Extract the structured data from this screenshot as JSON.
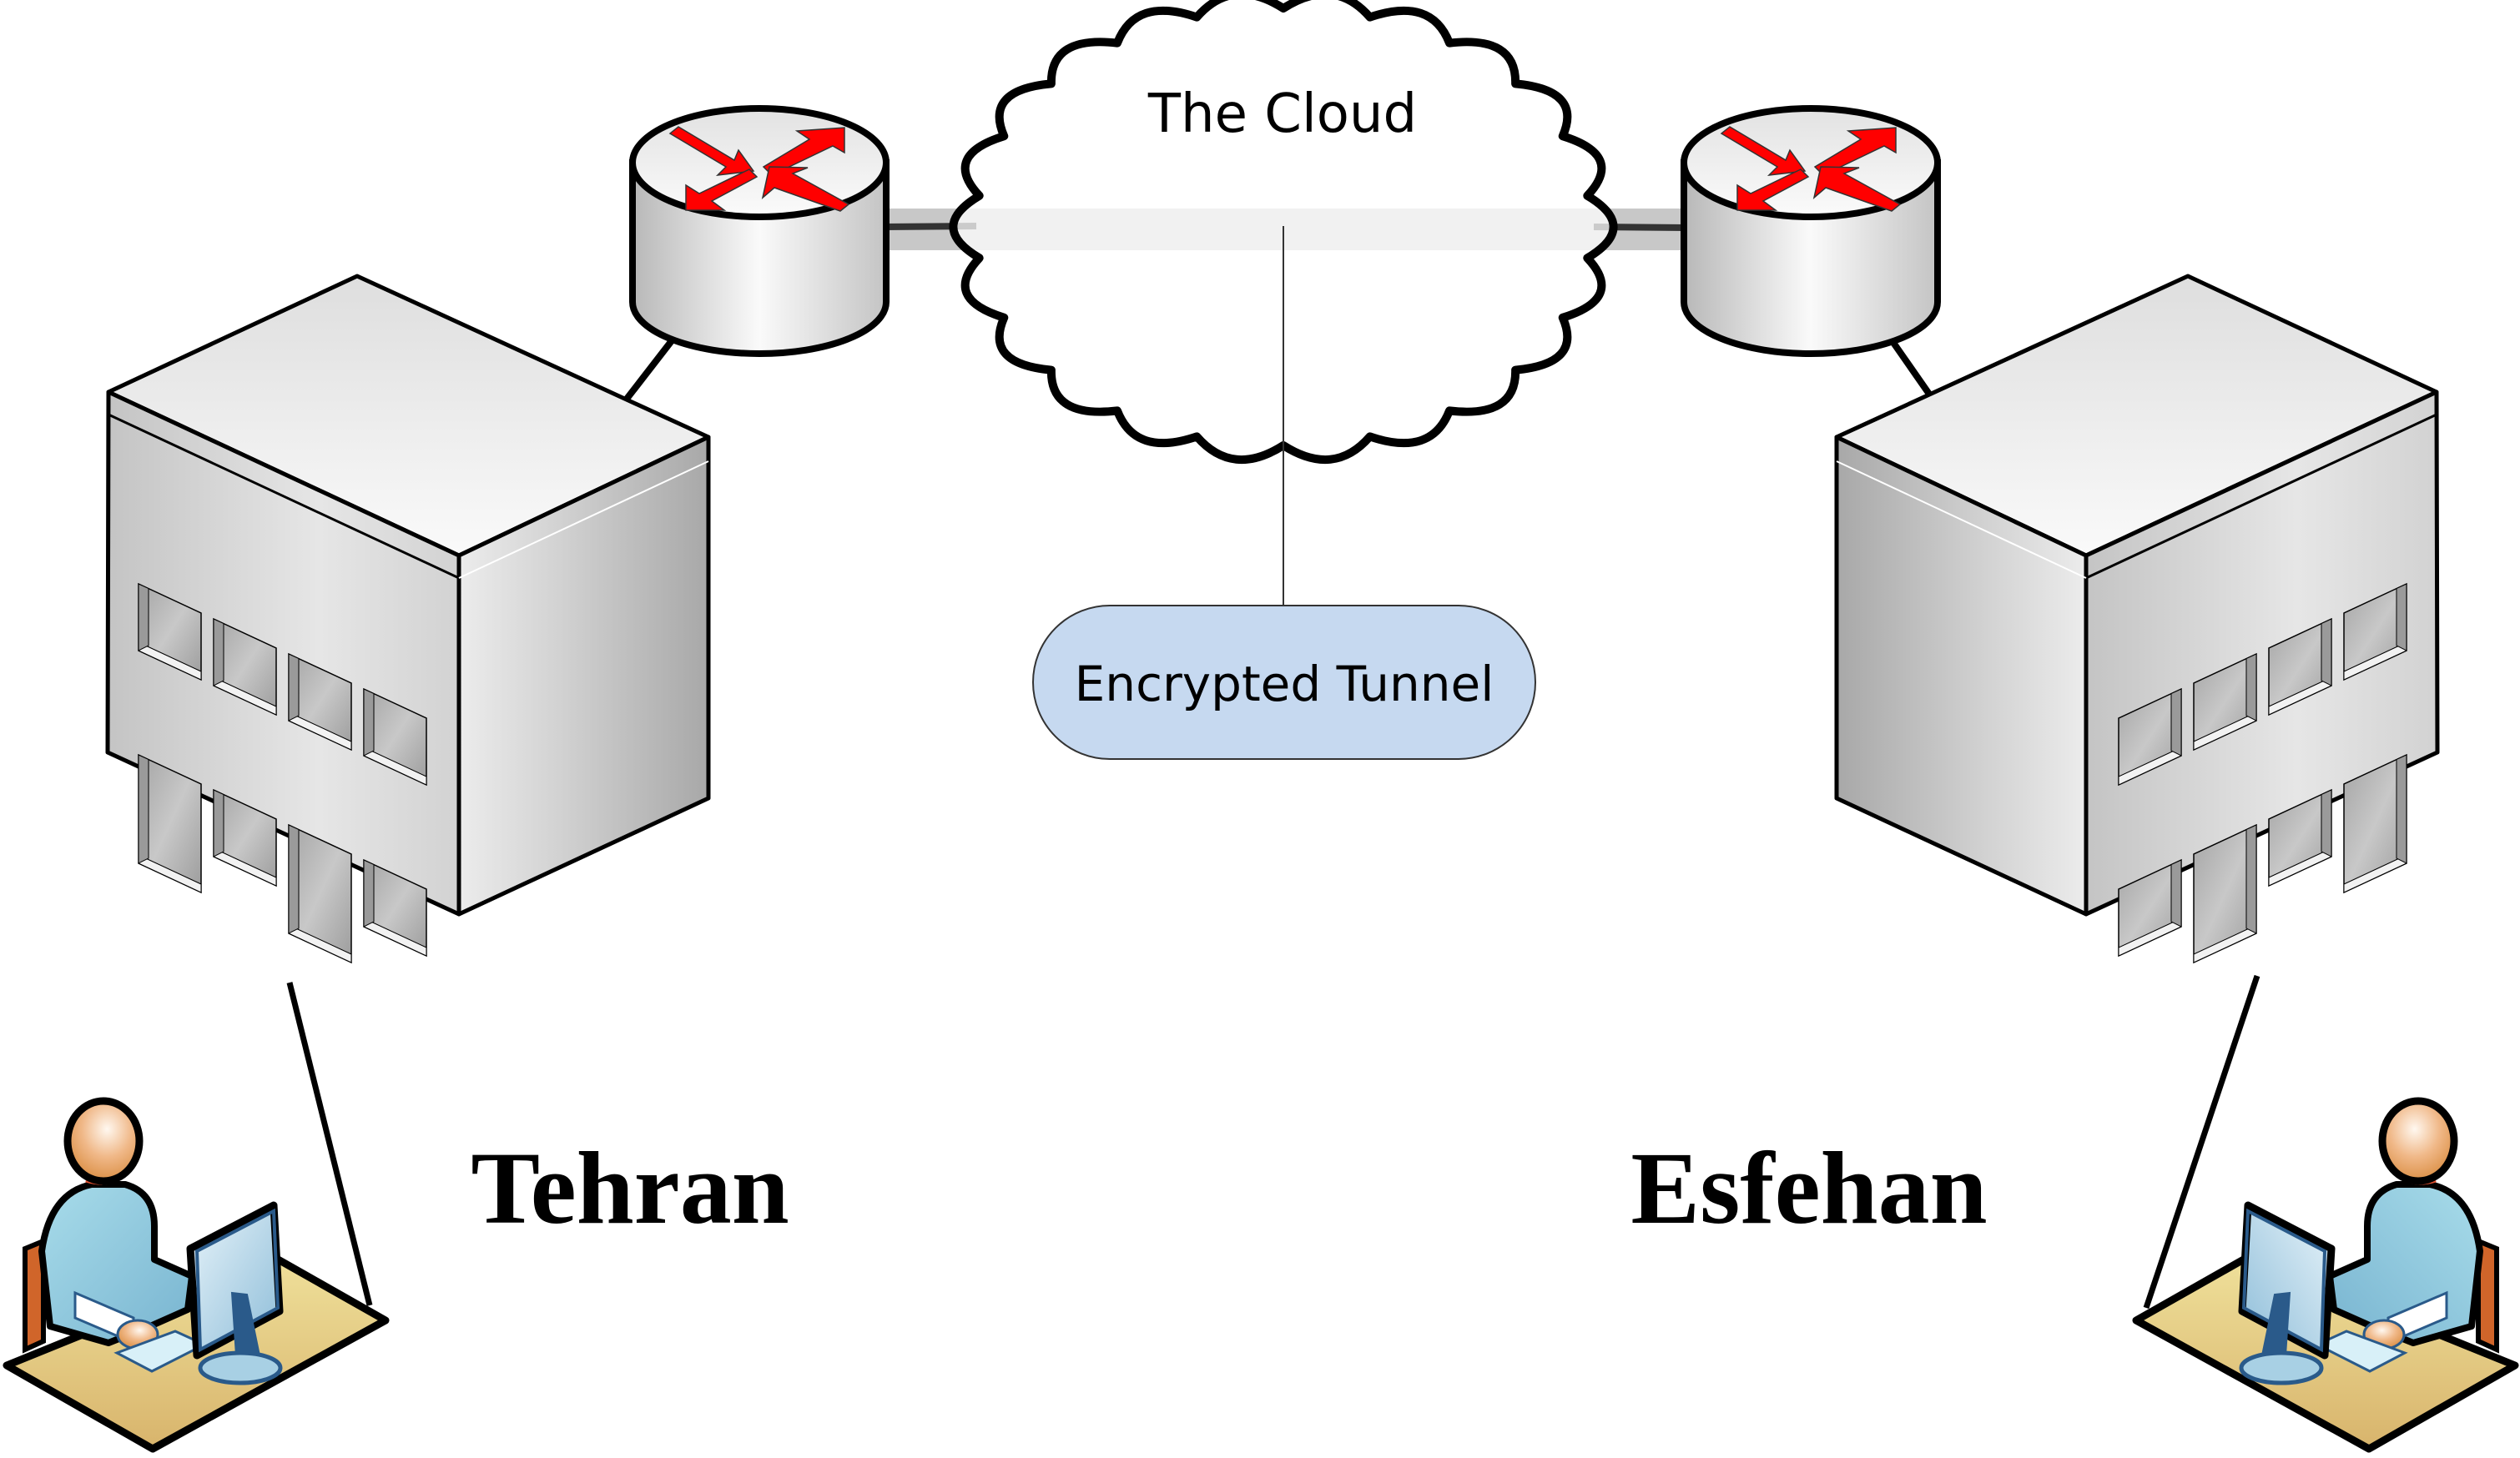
{
  "diagram": {
    "type": "network-topology",
    "cloud": {
      "label": "The Cloud"
    },
    "tunnel": {
      "label": "Encrypted Tunnel",
      "fill": "#c6d9f0"
    },
    "sites": [
      {
        "id": "tehran",
        "label": "Tehran",
        "side": "left"
      },
      {
        "id": "esfehan",
        "label": "Esfehan",
        "side": "right"
      }
    ],
    "nodes": [
      {
        "id": "router-tehran",
        "kind": "router",
        "site": "tehran"
      },
      {
        "id": "router-esfehan",
        "kind": "router",
        "site": "esfehan"
      },
      {
        "id": "building-tehran",
        "kind": "building",
        "site": "tehran"
      },
      {
        "id": "building-esfehan",
        "kind": "building",
        "site": "esfehan"
      },
      {
        "id": "workstation-tehran",
        "kind": "user-workstation",
        "site": "tehran"
      },
      {
        "id": "workstation-esfehan",
        "kind": "user-workstation",
        "site": "esfehan"
      }
    ],
    "links": [
      {
        "from": "router-tehran",
        "to": "cloud",
        "style": "tunnel-band"
      },
      {
        "from": "cloud",
        "to": "router-esfehan",
        "style": "tunnel-band"
      },
      {
        "from": "router-tehran",
        "to": "building-tehran",
        "style": "solid"
      },
      {
        "from": "router-esfehan",
        "to": "building-esfehan",
        "style": "solid"
      },
      {
        "from": "building-tehran",
        "to": "workstation-tehran",
        "style": "solid"
      },
      {
        "from": "building-esfehan",
        "to": "workstation-esfehan",
        "style": "solid"
      },
      {
        "from": "cloud",
        "to": "tunnel-label",
        "style": "thin-callout"
      }
    ],
    "colors": {
      "arrow": "#ff0000",
      "tunnel_band": "#c8c8c8",
      "stroke": "#000000",
      "skin": "#e8a060",
      "shirt": "#8cc4dc",
      "monitor": "#2a5a8a",
      "desk": "#e0c078",
      "chair": "#d0652a"
    }
  }
}
